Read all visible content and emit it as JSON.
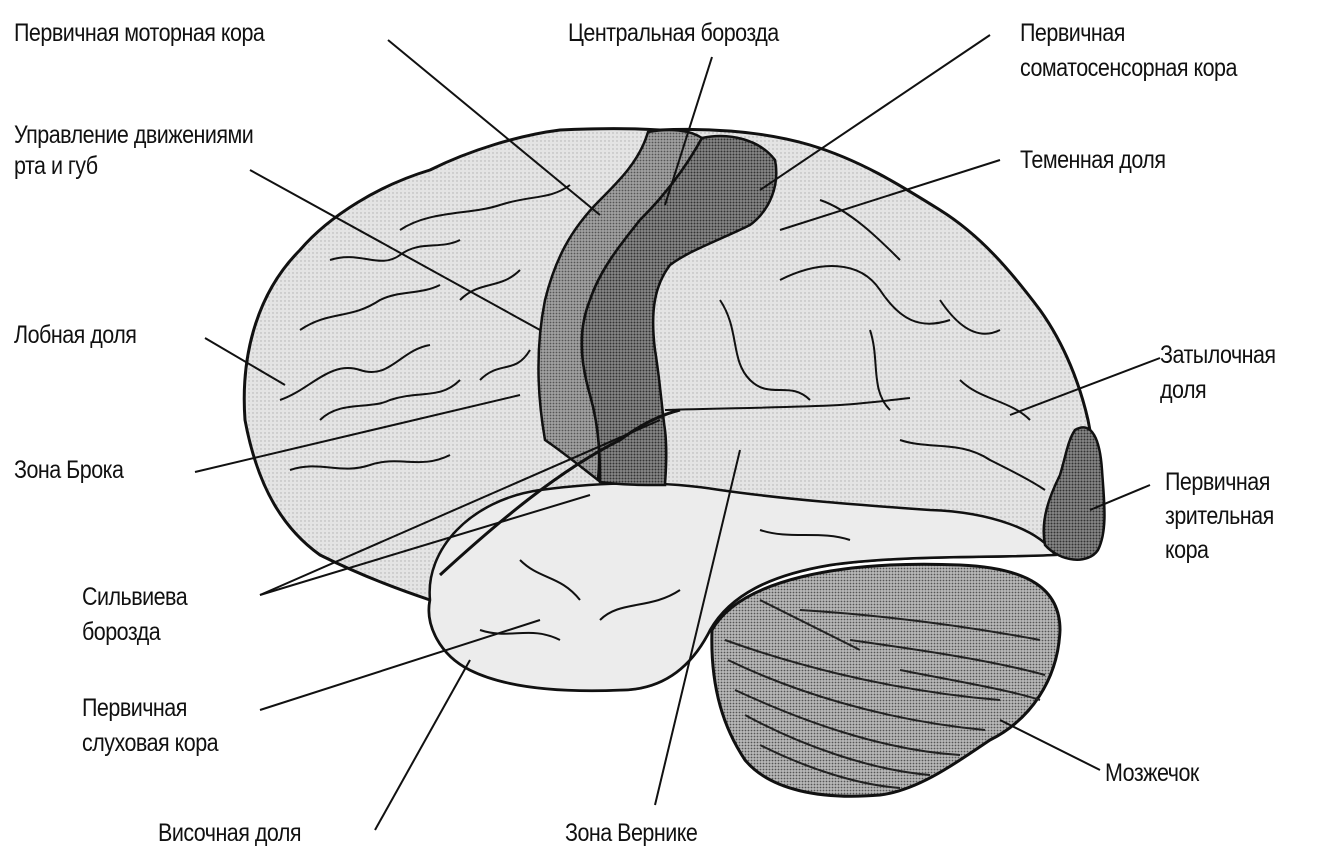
{
  "diagram": {
    "title": "Lateral view of the human brain (left hemisphere) with functional areas",
    "colors": {
      "background": "#ffffff",
      "cortex_fill": "#d9d9d9",
      "cortex_light": "#ececec",
      "motor_cortex": "#9a9a9a",
      "somatosensory_cortex": "#7d7d7d",
      "visual_cortex": "#8a8a8a",
      "cerebellum": "#a8a8a8",
      "outline": "#111111"
    },
    "labels": {
      "primary_motor_cortex": {
        "line1": "Первичная моторная кора"
      },
      "central_sulcus": {
        "line1": "Центральная борозда"
      },
      "primary_somatosensory_cortex": {
        "line1": "Первичная",
        "line2": "соматосенсорная кора"
      },
      "mouth_lips_control": {
        "line1": "Управление движениями",
        "line2": "рта и губ"
      },
      "parietal_lobe": {
        "line1": "Теменная доля"
      },
      "frontal_lobe": {
        "line1": "Лобная доля"
      },
      "occipital_lobe": {
        "line1": "Затылочная",
        "line2": "доля"
      },
      "broca_area": {
        "line1": "Зона Брока"
      },
      "primary_visual_cortex": {
        "line1": "Первичная",
        "line2": "зрительная",
        "line3": "кора"
      },
      "sylvian_fissure": {
        "line1": "Сильвиева",
        "line2": "борозда"
      },
      "primary_auditory_cortex": {
        "line1": "Первичная",
        "line2": "слуховая кора"
      },
      "cerebellum": {
        "line1": "Мозжечок"
      },
      "temporal_lobe": {
        "line1": "Височная доля"
      },
      "wernicke_area": {
        "line1": "Зона Вернике"
      }
    }
  }
}
